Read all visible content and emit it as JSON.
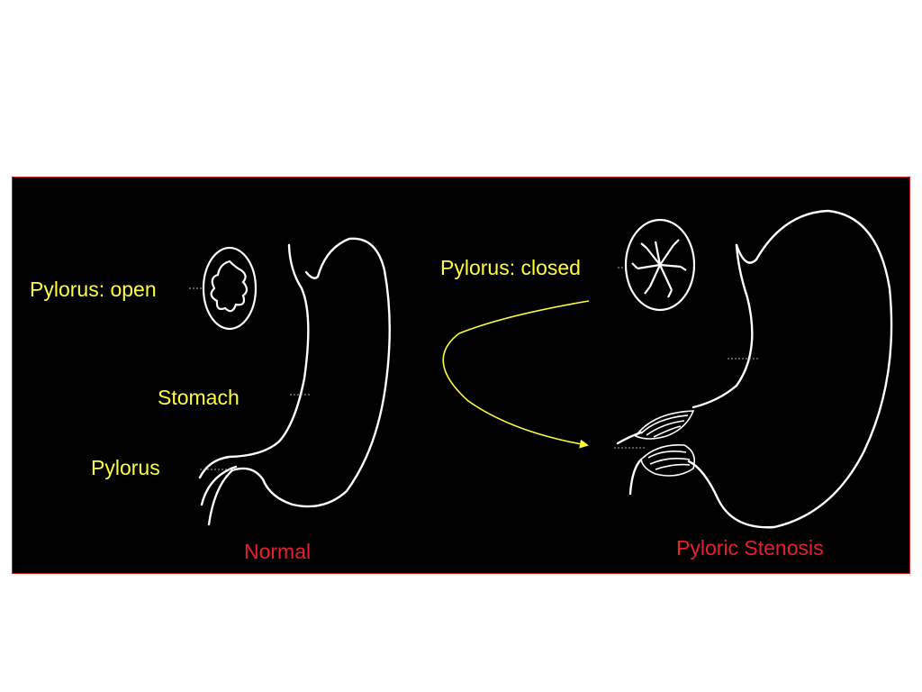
{
  "colors": {
    "background": "#ffffff",
    "panel": "#000000",
    "panel_border": "#d21f1f",
    "label_yellow": "#ffff33",
    "label_red": "#e8202a",
    "outline": "#ffffff",
    "arrow": "#ffff33"
  },
  "labels": {
    "pylorus_open": "Pylorus: open",
    "stomach": "Stomach",
    "pylorus": "Pylorus",
    "normal": "Normal",
    "pylorus_closed": "Pylorus: closed",
    "pyloric_stenosis": "Pyloric Stenosis"
  }
}
